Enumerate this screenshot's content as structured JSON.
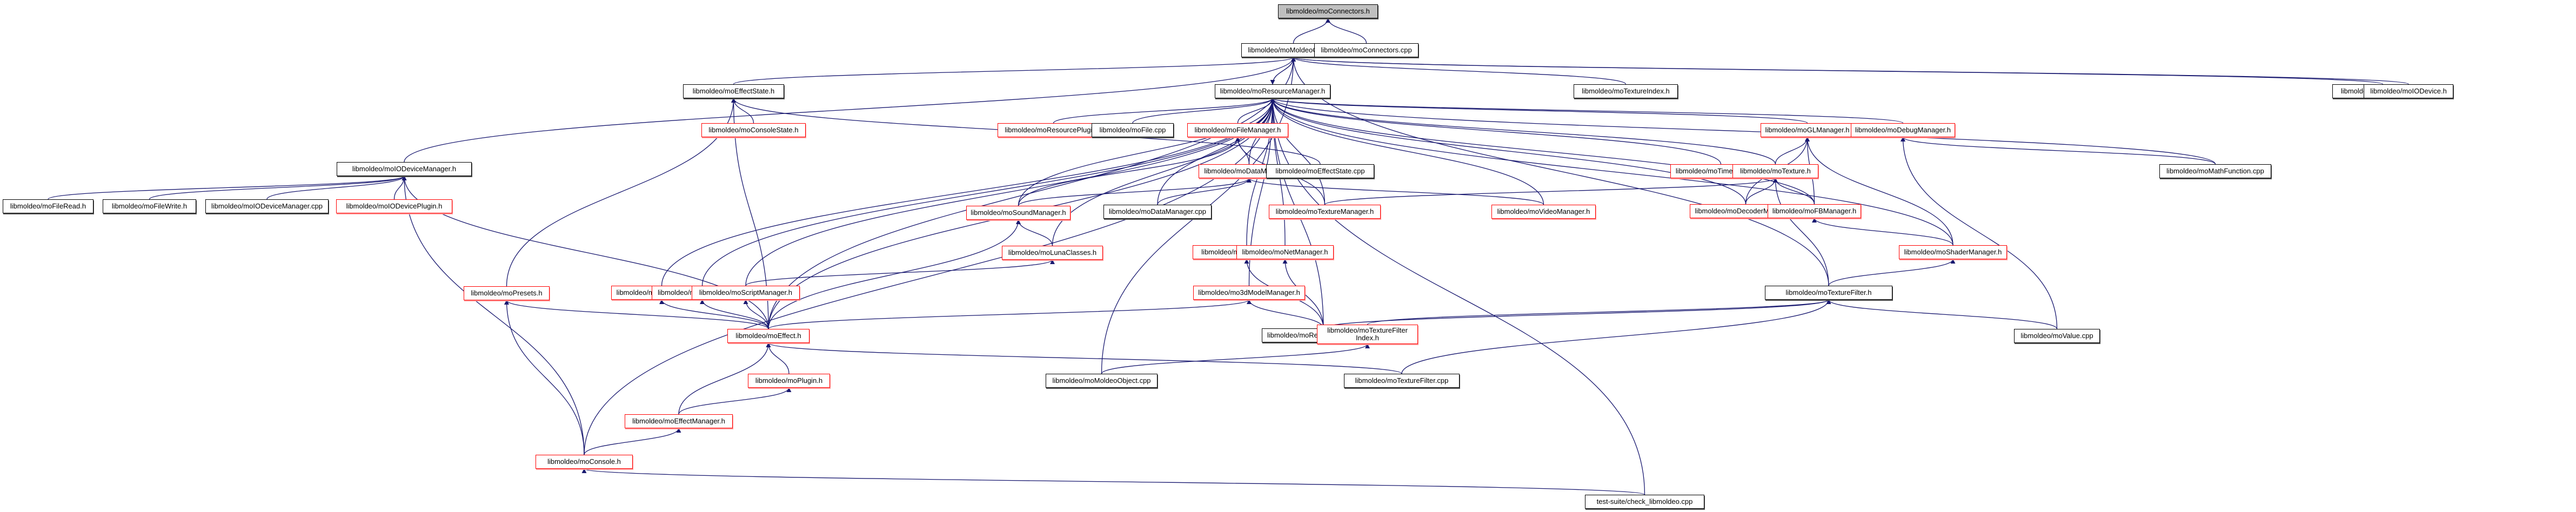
{
  "title": "libmoldeo/moConnectors.h",
  "colors": {
    "edge": "#191970",
    "current_fill": "#bfbfbf",
    "red_border": "#ff0000",
    "normal_border": "#000000"
  },
  "nodes": [
    {
      "id": "connectors_h",
      "label": "libmoldeo/moConnectors.h",
      "kind": "current"
    },
    {
      "id": "moldeoobject_h",
      "label": "libmoldeo/moMoldeoObject.h",
      "kind": "normal"
    },
    {
      "id": "connectors_cpp",
      "label": "libmoldeo/moConnectors.cpp",
      "kind": "normal"
    },
    {
      "id": "effectstate_h",
      "label": "libmoldeo/moEffectState.h",
      "kind": "normal"
    },
    {
      "id": "resourcemanager_h",
      "label": "libmoldeo/moResourceManager.h",
      "kind": "normal"
    },
    {
      "id": "textureindex_h",
      "label": "libmoldeo/moTextureIndex.h",
      "kind": "normal"
    },
    {
      "id": "eventlist_cpp",
      "label": "libmoldeo/moEventList.cpp",
      "kind": "normal"
    },
    {
      "id": "iodevice_h",
      "label": "libmoldeo/moIODevice.h",
      "kind": "normal"
    },
    {
      "id": "iodevicemanager_h",
      "label": "libmoldeo/moIODeviceManager.h",
      "kind": "normal"
    },
    {
      "id": "consolestate_h",
      "label": "libmoldeo/moConsoleState.h",
      "kind": "red"
    },
    {
      "id": "resourceplugin_h",
      "label": "libmoldeo/moResourcePlugin.h",
      "kind": "red"
    },
    {
      "id": "file_cpp",
      "label": "libmoldeo/moFile.cpp",
      "kind": "normal"
    },
    {
      "id": "filemanager_h",
      "label": "libmoldeo/moFileManager.h",
      "kind": "red"
    },
    {
      "id": "glmanager_h",
      "label": "libmoldeo/moGLManager.h",
      "kind": "red"
    },
    {
      "id": "debugmanager_h",
      "label": "libmoldeo/moDebugManager.h",
      "kind": "red"
    },
    {
      "id": "datamanager_h",
      "label": "libmoldeo/moDataManager.h",
      "kind": "red"
    },
    {
      "id": "effectstate_cpp",
      "label": "libmoldeo/moEffectState.cpp",
      "kind": "normal"
    },
    {
      "id": "timemanager_h",
      "label": "libmoldeo/moTimeManager.h",
      "kind": "red"
    },
    {
      "id": "texture_h",
      "label": "libmoldeo/moTexture.h",
      "kind": "red"
    },
    {
      "id": "mathfunction_cpp",
      "label": "libmoldeo/moMathFunction.cpp",
      "kind": "normal"
    },
    {
      "id": "fileread_h",
      "label": "libmoldeo/moFileRead.h",
      "kind": "normal"
    },
    {
      "id": "filewrite_h",
      "label": "libmoldeo/moFileWrite.h",
      "kind": "normal"
    },
    {
      "id": "iodevicemanager_cpp",
      "label": "libmoldeo/moIODeviceManager.cpp",
      "kind": "normal"
    },
    {
      "id": "iodeviceplugin_h",
      "label": "libmoldeo/moIODevicePlugin.h",
      "kind": "red"
    },
    {
      "id": "soundmanager_h",
      "label": "libmoldeo/moSoundManager.h",
      "kind": "red"
    },
    {
      "id": "datamanager_cpp",
      "label": "libmoldeo/moDataManager.cpp",
      "kind": "normal"
    },
    {
      "id": "texturemanager_h",
      "label": "libmoldeo/moTextureManager.h",
      "kind": "red"
    },
    {
      "id": "videomanager_h",
      "label": "libmoldeo/moVideoManager.h",
      "kind": "red"
    },
    {
      "id": "decodermanager_h",
      "label": "libmoldeo/moDecoderManager.h",
      "kind": "red"
    },
    {
      "id": "fbmanager_h",
      "label": "libmoldeo/moFBManager.h",
      "kind": "red"
    },
    {
      "id": "lunaclasses_h",
      "label": "libmoldeo/moLunaClasses.h",
      "kind": "red"
    },
    {
      "id": "filtermanager_h",
      "label": "libmoldeo/moFilterManager.h",
      "kind": "red"
    },
    {
      "id": "netmanager_h",
      "label": "libmoldeo/moNetManager.h",
      "kind": "red"
    },
    {
      "id": "shadermanager_h",
      "label": "libmoldeo/moShaderManager.h",
      "kind": "red"
    },
    {
      "id": "presets_h",
      "label": "libmoldeo/moPresets.h",
      "kind": "red"
    },
    {
      "id": "mathmanager_h",
      "label": "libmoldeo/moMathManager.h",
      "kind": "red"
    },
    {
      "id": "fontmanager_h",
      "label": "libmoldeo/moFontManager.h",
      "kind": "red"
    },
    {
      "id": "scriptmanager_h",
      "label": "libmoldeo/moScriptManager.h",
      "kind": "red"
    },
    {
      "id": "3dmodelmanager_h",
      "label": "libmoldeo/mo3dModelManager.h",
      "kind": "red"
    },
    {
      "id": "texturefilter_h",
      "label": "libmoldeo/moTextureFilter.h",
      "kind": "normal"
    },
    {
      "id": "resourcemanager_cpp",
      "label": "libmoldeo/moResourceManager.cpp",
      "kind": "normal"
    },
    {
      "id": "effect_h",
      "label": "libmoldeo/moEffect.h",
      "kind": "red"
    },
    {
      "id": "texturefilterindex_h",
      "label": "libmoldeo/moTextureFilter\nIndex.h",
      "kind": "red"
    },
    {
      "id": "value_cpp",
      "label": "libmoldeo/moValue.cpp",
      "kind": "normal"
    },
    {
      "id": "plugin_h",
      "label": "libmoldeo/moPlugin.h",
      "kind": "red"
    },
    {
      "id": "moldeoobject_cpp",
      "label": "libmoldeo/moMoldeoObject.cpp",
      "kind": "normal"
    },
    {
      "id": "texturefilter_cpp",
      "label": "libmoldeo/moTextureFilter.cpp",
      "kind": "normal"
    },
    {
      "id": "effectmanager_h",
      "label": "libmoldeo/moEffectManager.h",
      "kind": "red"
    },
    {
      "id": "console_h",
      "label": "libmoldeo/moConsole.h",
      "kind": "red"
    },
    {
      "id": "check_libmoldeo_cpp",
      "label": "test-suite/check_libmoldeo.cpp",
      "kind": "normal"
    }
  ],
  "edges": [
    [
      "moldeoobject_h",
      "connectors_h"
    ],
    [
      "connectors_cpp",
      "connectors_h"
    ],
    [
      "resourcemanager_h",
      "moldeoobject_h"
    ],
    [
      "moldeoobject_h",
      "resourcemanager_h"
    ],
    [
      "effectstate_h",
      "moldeoobject_h"
    ],
    [
      "iodevicemanager_h",
      "moldeoobject_h"
    ],
    [
      "textureindex_h",
      "moldeoobject_h"
    ],
    [
      "eventlist_cpp",
      "moldeoobject_h"
    ],
    [
      "iodevice_h",
      "moldeoobject_h"
    ],
    [
      "texturefilter_h",
      "moldeoobject_h"
    ],
    [
      "effect_h",
      "moldeoobject_h"
    ],
    [
      "moldeoobject_cpp",
      "moldeoobject_h"
    ],
    [
      "consolestate_h",
      "effectstate_h"
    ],
    [
      "effect_h",
      "effectstate_h"
    ],
    [
      "presets_h",
      "effectstate_h"
    ],
    [
      "effectstate_cpp",
      "effectstate_h"
    ],
    [
      "resourceplugin_h",
      "resourcemanager_h"
    ],
    [
      "file_cpp",
      "resourcemanager_h"
    ],
    [
      "filemanager_h",
      "resourcemanager_h"
    ],
    [
      "glmanager_h",
      "resourcemanager_h"
    ],
    [
      "debugmanager_h",
      "resourcemanager_h"
    ],
    [
      "datamanager_h",
      "resourcemanager_h"
    ],
    [
      "timemanager_h",
      "resourcemanager_h"
    ],
    [
      "texture_h",
      "resourcemanager_h"
    ],
    [
      "mathfunction_cpp",
      "resourcemanager_h"
    ],
    [
      "soundmanager_h",
      "resourcemanager_h"
    ],
    [
      "datamanager_cpp",
      "resourcemanager_h"
    ],
    [
      "texturemanager_h",
      "resourcemanager_h"
    ],
    [
      "videomanager_h",
      "resourcemanager_h"
    ],
    [
      "decodermanager_h",
      "resourcemanager_h"
    ],
    [
      "fbmanager_h",
      "resourcemanager_h"
    ],
    [
      "lunaclasses_h",
      "resourcemanager_h"
    ],
    [
      "filtermanager_h",
      "resourcemanager_h"
    ],
    [
      "netmanager_h",
      "resourcemanager_h"
    ],
    [
      "shadermanager_h",
      "resourcemanager_h"
    ],
    [
      "mathmanager_h",
      "resourcemanager_h"
    ],
    [
      "fontmanager_h",
      "resourcemanager_h"
    ],
    [
      "scriptmanager_h",
      "resourcemanager_h"
    ],
    [
      "3dmodelmanager_h",
      "resourcemanager_h"
    ],
    [
      "resourcemanager_cpp",
      "resourcemanager_h"
    ],
    [
      "effect_h",
      "resourcemanager_h"
    ],
    [
      "console_h",
      "resourcemanager_h"
    ],
    [
      "check_libmoldeo_cpp",
      "resourcemanager_h"
    ],
    [
      "fileread_h",
      "iodevicemanager_h"
    ],
    [
      "filewrite_h",
      "iodevicemanager_h"
    ],
    [
      "iodevicemanager_cpp",
      "iodevicemanager_h"
    ],
    [
      "iodeviceplugin_h",
      "iodevicemanager_h"
    ],
    [
      "effect_h",
      "iodevicemanager_h"
    ],
    [
      "console_h",
      "iodevicemanager_h"
    ],
    [
      "datamanager_h",
      "filemanager_h"
    ],
    [
      "texturemanager_h",
      "filemanager_h"
    ],
    [
      "soundmanager_h",
      "filemanager_h"
    ],
    [
      "texture_h",
      "glmanager_h"
    ],
    [
      "fbmanager_h",
      "glmanager_h"
    ],
    [
      "shadermanager_h",
      "glmanager_h"
    ],
    [
      "decodermanager_h",
      "glmanager_h"
    ],
    [
      "mathfunction_cpp",
      "debugmanager_h"
    ],
    [
      "value_cpp",
      "debugmanager_h"
    ],
    [
      "soundmanager_h",
      "datamanager_h"
    ],
    [
      "datamanager_cpp",
      "datamanager_h"
    ],
    [
      "videomanager_h",
      "datamanager_h"
    ],
    [
      "decodermanager_h",
      "texture_h"
    ],
    [
      "fbmanager_h",
      "texture_h"
    ],
    [
      "texturemanager_h",
      "texture_h"
    ],
    [
      "texturefilter_h",
      "texture_h"
    ],
    [
      "lunaclasses_h",
      "soundmanager_h"
    ],
    [
      "effect_h",
      "soundmanager_h"
    ],
    [
      "scriptmanager_h",
      "lunaclasses_h"
    ],
    [
      "shadermanager_h",
      "fbmanager_h"
    ],
    [
      "texturefilter_h",
      "shadermanager_h"
    ],
    [
      "effect_h",
      "presets_h"
    ],
    [
      "console_h",
      "presets_h"
    ],
    [
      "effect_h",
      "mathmanager_h"
    ],
    [
      "effect_h",
      "fontmanager_h"
    ],
    [
      "effect_h",
      "scriptmanager_h"
    ],
    [
      "effect_h",
      "3dmodelmanager_h"
    ],
    [
      "resourcemanager_cpp",
      "filtermanager_h"
    ],
    [
      "resourcemanager_cpp",
      "netmanager_h"
    ],
    [
      "resourcemanager_cpp",
      "3dmodelmanager_h"
    ],
    [
      "resourcemanager_cpp",
      "texturefilter_h"
    ],
    [
      "texturefilterindex_h",
      "texturefilter_h"
    ],
    [
      "texturefilter_cpp",
      "texturefilter_h"
    ],
    [
      "value_cpp",
      "texturefilter_h"
    ],
    [
      "moldeoobject_cpp",
      "texturefilterindex_h"
    ],
    [
      "plugin_h",
      "effect_h"
    ],
    [
      "effectmanager_h",
      "effect_h"
    ],
    [
      "texturefilter_cpp",
      "effect_h"
    ],
    [
      "effectmanager_h",
      "plugin_h"
    ],
    [
      "console_h",
      "effectmanager_h"
    ],
    [
      "check_libmoldeo_cpp",
      "console_h"
    ]
  ]
}
